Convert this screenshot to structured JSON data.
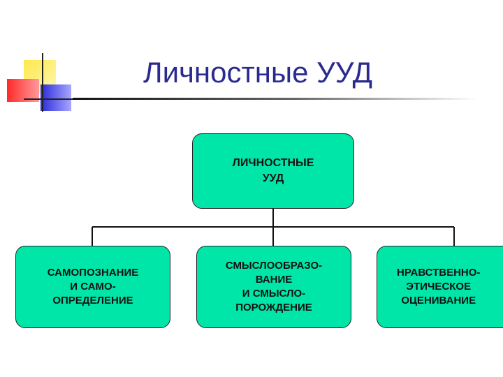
{
  "slide": {
    "title": "Личностные УУД"
  },
  "diagram": {
    "root": {
      "label": "ЛИЧНОСТНЫЕ\nУУД"
    },
    "children": [
      {
        "label": "САМОПОЗНАНИЕ\nИ САМО-\nОПРЕДЕЛЕНИЕ"
      },
      {
        "label": "СМЫСЛООБРАЗО-\nВАНИЕ\nИ СМЫСЛО-\nПОРОЖДЕНИЕ"
      },
      {
        "label": "НРАВСТВЕННО-\nЭТИЧЕСКОЕ\nОЦЕНИВАНИЕ"
      }
    ]
  },
  "colors": {
    "title": "#2b2b8f",
    "node_fill": "#00e6a8",
    "node_border": "#222222"
  }
}
